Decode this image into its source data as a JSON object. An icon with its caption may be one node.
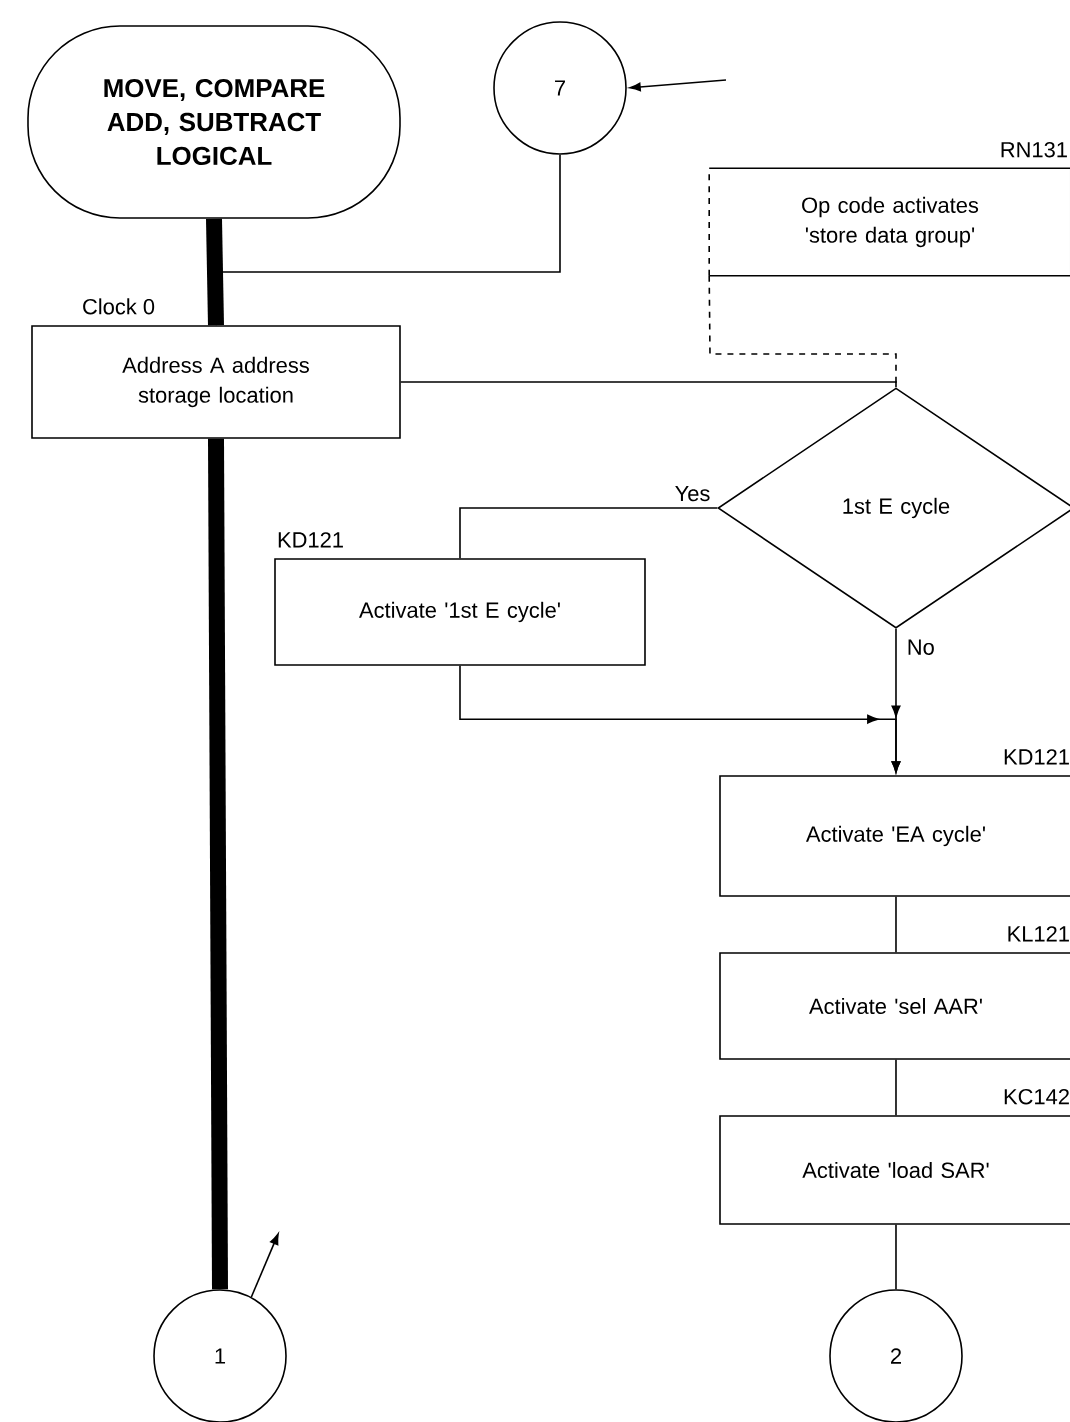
{
  "diagram": {
    "nodes": [
      {
        "text": [
          "MOVE, COMPARE ADD, SUBTRACT LOGICAL"
        ]
      },
      {
        "text": [
          "7"
        ]
      },
      {
        "text": [
          "Op code activates 'store data group'"
        ],
        "beside": [
          "RN131"
        ]
      },
      {
        "text": [
          "Address A address storage location"
        ],
        "beside": [
          "Clock 0"
        ]
      },
      {
        "text": [
          "1st E cycle"
        ]
      },
      {
        "text": [
          "Activate '1st E cycle'"
        ],
        "beside": [
          "KD121"
        ]
      },
      {
        "text": [
          "Activate 'EA cycle'"
        ],
        "beside": [
          "KD121"
        ]
      },
      {
        "text": [
          "Activate 'sel AAR'"
        ],
        "beside": [
          "KL121"
        ]
      },
      {
        "text": [
          "Activate 'load SAR'"
        ],
        "beside": [
          "KC142"
        ]
      },
      {
        "text": [
          "1"
        ]
      },
      {
        "text": [
          "2"
        ]
      }
    ],
    "edges": [
      {
        "from": 0,
        "to": 3,
        "arrow": "none",
        "style": "thick"
      },
      {
        "from": null,
        "to": 1,
        "arrow": "to"
      },
      {
        "from": 1,
        "to": 3,
        "arrow": "none"
      },
      {
        "from": 3,
        "to": 4,
        "arrow": "none"
      },
      {
        "from": 2,
        "to": 4,
        "arrow": "none",
        "style": "dashed"
      },
      {
        "from": 4,
        "to": 5,
        "arrow": "none",
        "label": "Yes"
      },
      {
        "from": 4,
        "to": 6,
        "arrow": "to",
        "label": "No"
      },
      {
        "from": 5,
        "to": 6,
        "arrow": "to"
      },
      {
        "from": 6,
        "to": 7,
        "arrow": "none"
      },
      {
        "from": 7,
        "to": 8,
        "arrow": "none"
      },
      {
        "from": 3,
        "to": 9,
        "arrow": "none",
        "style": "thick"
      },
      {
        "from": 9,
        "to": null,
        "arrow": "to"
      },
      {
        "from": 8,
        "to": 10,
        "arrow": "none"
      }
    ]
  }
}
